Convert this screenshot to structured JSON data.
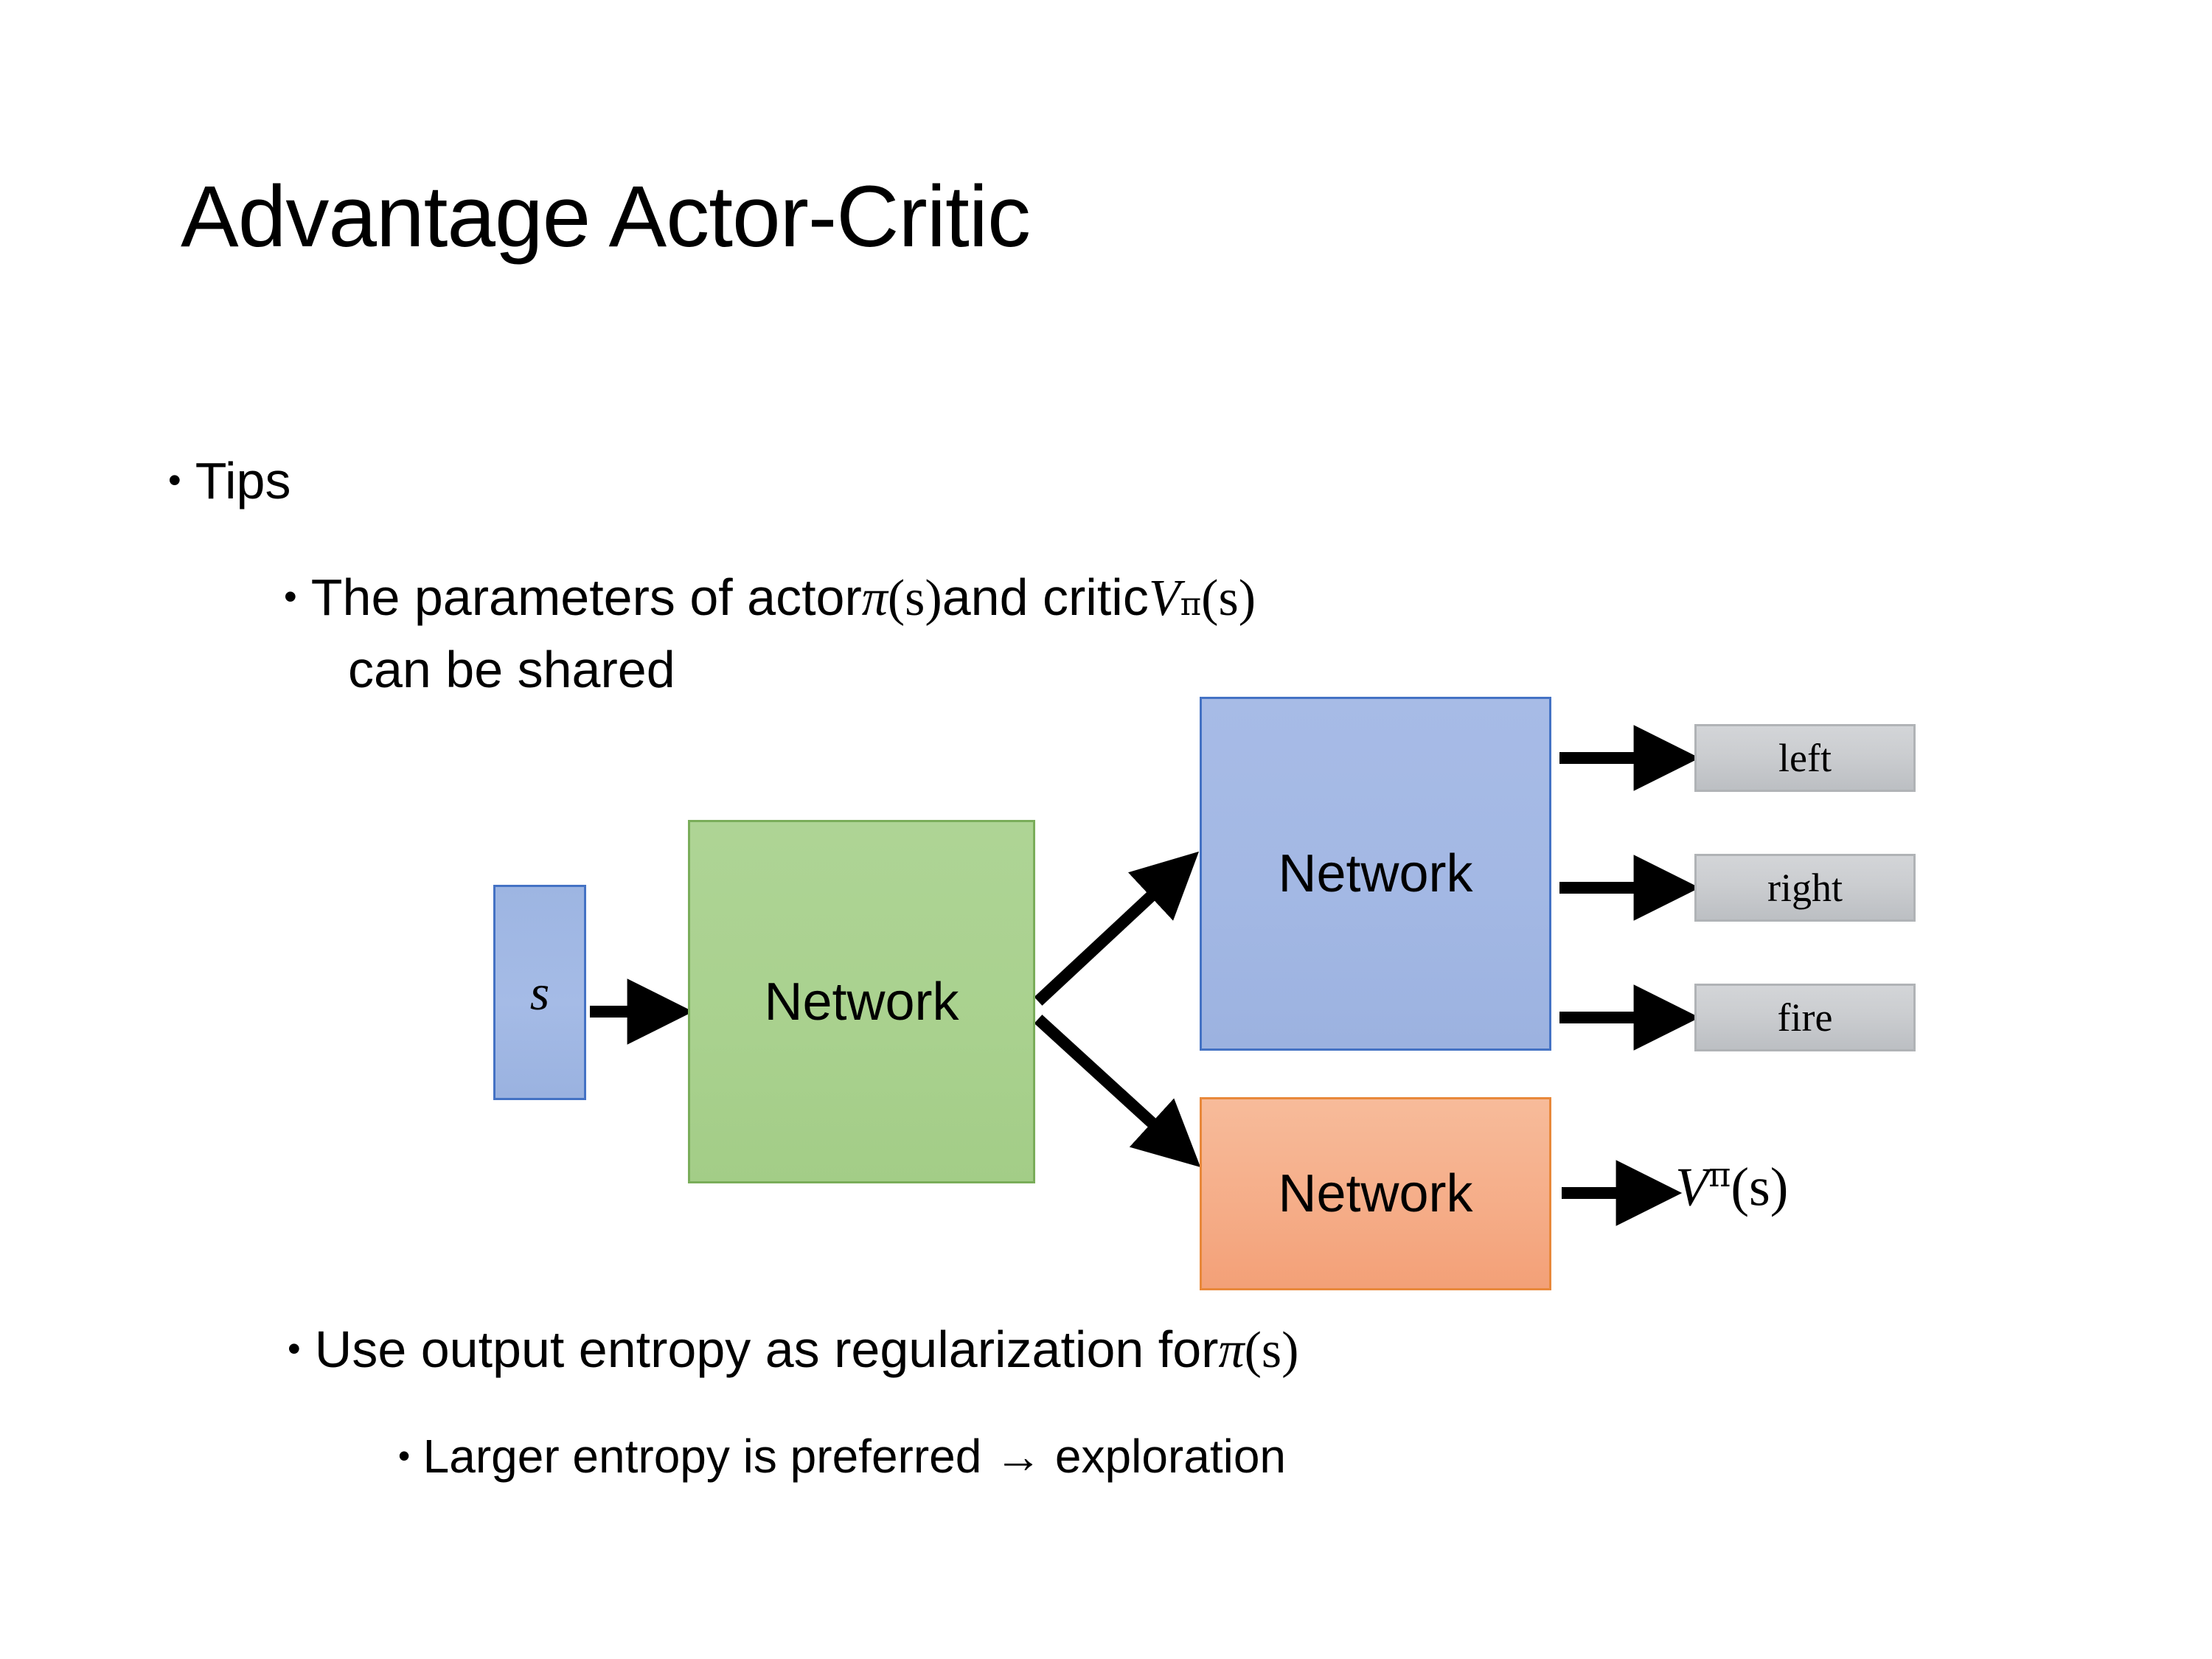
{
  "slide": {
    "title": "Advantage Actor-Critic",
    "background_color": "#ffffff",
    "text_color": "#000000"
  },
  "bullets": {
    "tips": {
      "marker": "•",
      "text": "Tips"
    },
    "shared_params": {
      "marker": "•",
      "text_prefix": "The parameters of actor ",
      "actor_symbol": "π",
      "actor_arg": "(s)",
      "text_middle": "  and critic ",
      "critic_symbol": "V",
      "critic_superscript": "π",
      "critic_arg": "(s)",
      "line2": "can be shared"
    },
    "entropy": {
      "marker": "•",
      "text_prefix": "Use output entropy as regularization for ",
      "symbol": "π",
      "symbol_arg": "(s)"
    },
    "larger_entropy": {
      "marker": "•",
      "text": "Larger entropy is preferred → exploration"
    }
  },
  "diagram": {
    "input_node": {
      "label": "s",
      "fill": "#a5bbe6",
      "border": "#4472c4"
    },
    "shared_network": {
      "label": "Network",
      "fill": "#a9d18e",
      "border": "#7aad5a"
    },
    "actor_network": {
      "label": "Network",
      "fill": "#a3b8e4",
      "border": "#4472c4"
    },
    "critic_network": {
      "label": "Network",
      "fill": "#f5ac87",
      "border": "#e8883a"
    },
    "action_outputs": [
      {
        "label": "left",
        "fill": "#cbcdd0",
        "border": "#b0b3b6"
      },
      {
        "label": "right",
        "fill": "#cbcdd0",
        "border": "#b0b3b6"
      },
      {
        "label": "fire",
        "fill": "#cbcdd0",
        "border": "#b0b3b6"
      }
    ],
    "critic_output": {
      "symbol": "V",
      "superscript": "π",
      "arg": "(s)"
    },
    "arrow_color": "#000000"
  }
}
